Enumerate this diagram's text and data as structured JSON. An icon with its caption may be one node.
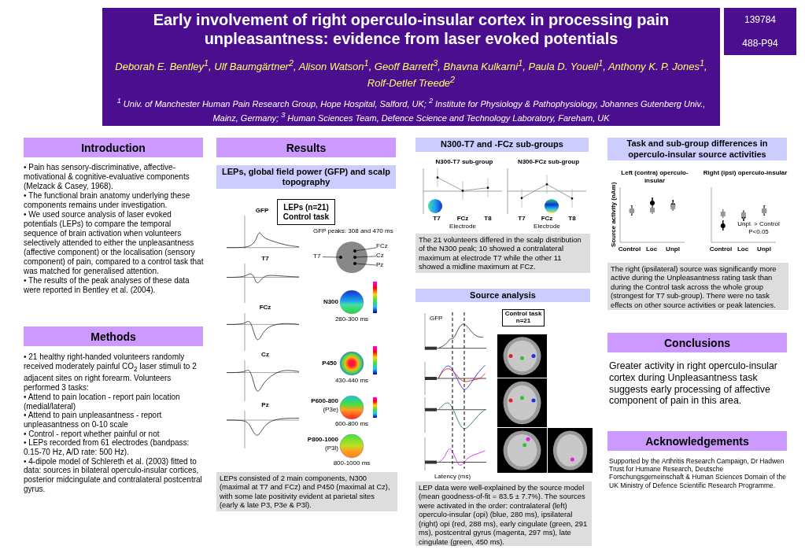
{
  "diagram": {
    "title": "Early involvement of right operculo-insular cortex in processing pain unpleasantness: evidence from laser evoked potentials",
    "nodes": [
      {
        "text": [
          "139784",
          "488-P94"
        ]
      },
      {
        "text": [
          "Introduction"
        ]
      },
      {
        "text": [
          "Results"
        ]
      },
      {
        "text": [
          "N300-T7 and -FCz sub-groups"
        ]
      },
      {
        "text": [
          "Task and sub-group differences in operculo-insular source activities"
        ]
      },
      {
        "text": [
          "LEPs, global field power (GFP) and scalp topography"
        ]
      },
      {
        "text": [
          "LEPs (n=21) Control task"
        ]
      },
      {
        "text": [
          "T7"
        ]
      },
      {
        "text": [
          "FCz"
        ]
      },
      {
        "text": [
          "Cz"
        ]
      },
      {
        "text": [
          "Pz"
        ]
      },
      {
        "text": [],
        "shape": "circle"
      },
      {
        "text": [],
        "shape": "circle"
      },
      {
        "text": [],
        "shape": "circle"
      },
      {
        "text": [],
        "shape": "circle"
      },
      {
        "text": [
          "Methods"
        ]
      },
      {
        "text": [
          "LEPs consisted of 2 main components, N300 (maximal at T7 and FCz) and P450 (maximal at Cz), with some late positivity evident at parietal sites (early & late P3, P3e & P3l)."
        ]
      },
      {
        "text": [
          "The 21 volunteers differed in the scalp distribution of the N300 peak; 10 showed a contralateral maximum at electrode T7 while the other 11 showed a midline maximum at FCz."
        ]
      },
      {
        "text": [
          "The right (ipsilateral) source was significantly more active during the Unpleasantness rating task than during the Control task across the whole group (strongest for T7 sub-group). There were no task effects on other source activities or peak latencies."
        ]
      },
      {
        "text": [
          "Source analysis"
        ]
      },
      {
        "text": [
          "Control task n=21"
        ]
      },
      {
        "text": [
          "Conclusions"
        ]
      },
      {
        "text": [
          "Acknowledgements"
        ]
      },
      {
        "text": [
          "LEP data were well-explained by the source model (mean goodness-of-fit = 83.5 ± 7.7%). The sources were activated in the order: contralateral (left) operculo-insular (opi) (blue, 280 ms), ipsilateral (right) opi (red, 288 ms), early cingulate (green, 291 ms), postcentral gyrus (magenta, 297 ms), late cingulate (green, 450 ms)."
        ]
      }
    ],
    "edges": [
      {
        "from": 7,
        "to": 11,
        "arrow": "none"
      },
      {
        "from": 8,
        "to": 12,
        "arrow": "none"
      },
      {
        "from": 9,
        "to": 13,
        "arrow": "none"
      },
      {
        "from": 10,
        "to": 14,
        "arrow": "none"
      }
    ],
    "labels": [
      "Deborah E. Bentley$^{1}$, Ulf Baumgärtner$^{2}$, Alison Watson$^{1}$, Geoff Barrett$^{3}$, Bhavna Kulkarni$^{1}$, Paula D. Youell$^{1}$, Anthony K. P. Jones$^{1}$, Rolf-Detlef Treede$^{2}$",
      "$^{1}$ Univ. of Manchester Human Pain Research Group, Hope Hospital, Salford, UK; $^{2}$ Institute for Physiology & Pathophysiology, Johannes Gutenberg Univ., Mainz, Germany; $^{3}$ Human Sciences Team, Defence Science and Technology Laboratory, Fareham, UK",
      "• Pain has sensory-discriminative, affective-motivational & cognitive-evaluative components (Melzack & Casey, 1968).",
      "• The functional brain anatomy underlying these components remains under investigation.",
      "• We used source analysis of laser evoked potentials (LEPs) to compare the temporal sequence of brain activation when volunteers selectively attended to either the unpleasantness (affective component) or the localisation (sensory component) of pain, compared to a control task that was matched for generalised attention.",
      "• The results of the peak analyses of these data were reported in Bentley et al. (2004).",
      "• 21 healthy right-handed volunteers randomly received moderately painful CO$_{2}$ laser stimuli to 2 adjacent sites on right forearm. Volunteers performed 3 tasks:",
      "• Attend to pain location - report pain location (medial/lateral)",
      "• Attend to pain unpleasantness - report unpleasantness on 0-10 scale",
      "• Control - report whether painful or not",
      "• LEPs recorded from 61 electrodes (bandpass: 0.15-70 Hz, A/D rate: 500 Hz).",
      "• 4-dipole model of Schlereth et al. (2003) fitted to data: sources in bilateral operculo-insular cortices, posterior midcingulate and contralateral postcentral gyrus.",
      "GFP",
      "T7",
      "FCz",
      "Cz",
      "Pz",
      "GFP peaks: 308 and 470 ms",
      "N300",
      "280-300 ms",
      "P450",
      "430-440 ms",
      "P600-800",
      "(P3e)",
      "600-800 ms",
      "P800-1000",
      "(P3l)",
      "800-1000 ms",
      "N300-T7 sub-group",
      "N300-FCz sub-group",
      "T7",
      "FCz",
      "T8",
      "Electrode",
      "T7",
      "FCz",
      "T8",
      "Electrode",
      "GFP",
      "Latency (ms)",
      "Left (contra) operculo-insular",
      "Right (ipsi) operculo-insular",
      "Source activity (nAm)",
      "Control",
      "Loc",
      "Unpl",
      "Control",
      "Loc",
      "Unpl",
      "Unpl. > Control",
      "P<0.05",
      "Greater activity in right operculo-insular cortex during Unpleasantness task suggests early processing of affective component of pain in this area.",
      "Supported by the Arthritis Research Campaign, Dr Hadwen Trust for Humane Research, Deutsche Forschungsgemeinschaft & Human Sciences Domain of the UK Ministry of Defence Scientific Research Programme."
    ]
  }
}
